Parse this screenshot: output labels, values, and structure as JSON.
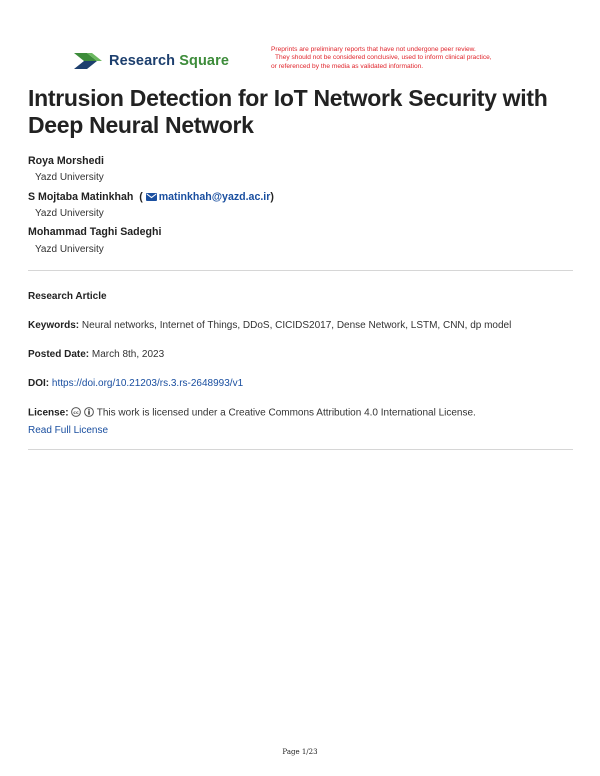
{
  "header": {
    "logo_primary": "Research",
    "logo_accent": "Square",
    "disclaimer_lines": [
      "Preprints are preliminary reports that have not undergone peer review.",
      "They should not be considered conclusive, used to inform clinical practice,",
      "or referenced by the media as validated information."
    ]
  },
  "paper": {
    "title": "Intrusion Detection for IoT Network Security with Deep Neural Network",
    "authors": [
      {
        "name": "Roya Morshedi",
        "affiliation": "Yazd University"
      },
      {
        "name": "S Mojtaba Matinkhah",
        "email": "matinkhah@yazd.ac.ir",
        "affiliation": "Yazd University"
      },
      {
        "name": "Mohammad Taghi Sadeghi",
        "affiliation": "Yazd University"
      }
    ],
    "email_open": "(",
    "email_close": ")",
    "article_type": "Research Article",
    "keywords_label": "Keywords:",
    "keywords": "Neural networks, Internet of Things, DDoS, CICIDS2017, Dense Network, LSTM, CNN, dp model",
    "posted_label": "Posted Date:",
    "posted_date": "March 8th, 2023",
    "doi_label": "DOI:",
    "doi": "https://doi.org/10.21203/rs.3.rs-2648993/v1",
    "license_label": "License:",
    "license_text": "This work is licensed under a Creative Commons Attribution 4.0 International License.",
    "read_full_license": "Read Full License"
  },
  "footer": {
    "page": "Page 1/23"
  },
  "colors": {
    "brand_blue": "#1d3f6e",
    "brand_green": "#3d8c3a",
    "disclaimer_red": "#e0242b",
    "link_blue": "#1a4fa0"
  }
}
